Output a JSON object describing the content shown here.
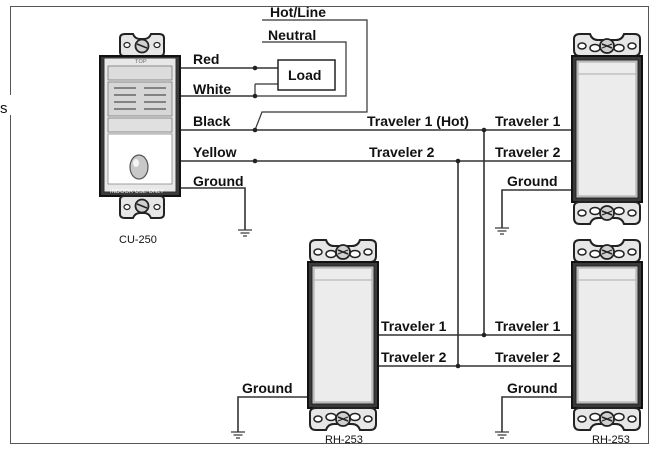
{
  "labels": {
    "hot_line": "Hot/Line",
    "neutral": "Neutral",
    "load": "Load",
    "red": "Red",
    "white": "White",
    "black": "Black",
    "yellow": "Yellow",
    "ground": "Ground",
    "traveler1_hot": "Traveler 1 (Hot)",
    "traveler1": "Traveler 1",
    "traveler2": "Traveler 2",
    "edge_fragment": "s"
  },
  "devices": {
    "sensor": {
      "name": "CU-250",
      "top_text": "TOP",
      "bottom_text": "INDOOR USE ONLY"
    },
    "switch_name": "RH-253"
  },
  "colors": {
    "wire": "#333333",
    "device_dark": "#3a3a3a",
    "device_light": "#d8d8d8"
  }
}
